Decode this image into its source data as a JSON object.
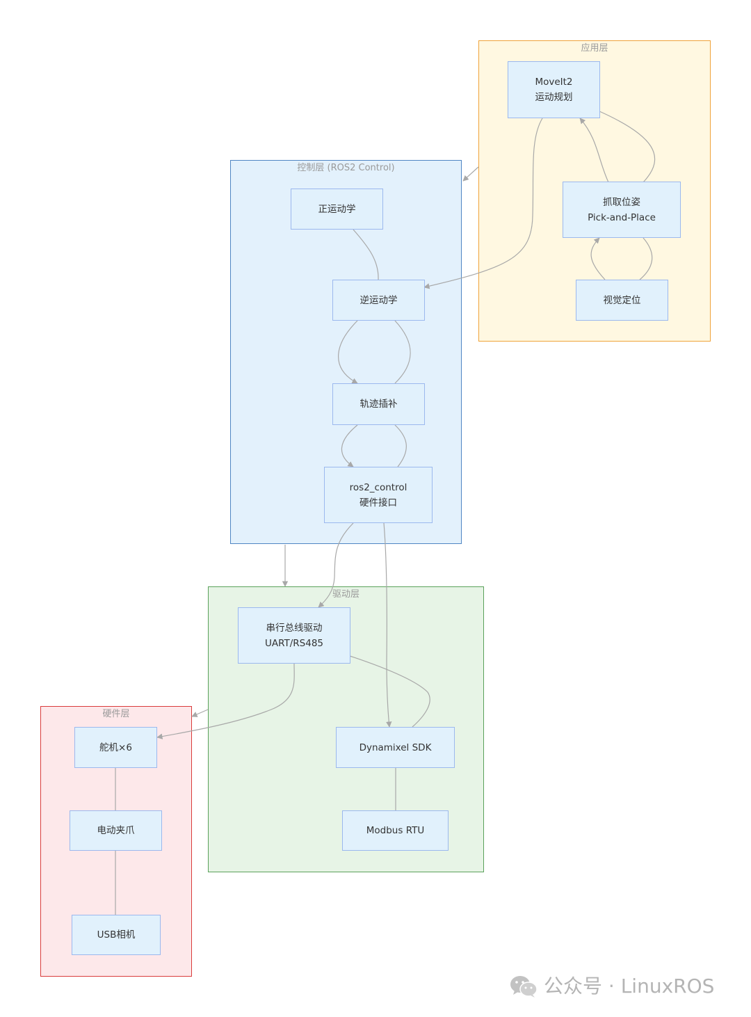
{
  "groups": {
    "app": {
      "title": "应用层",
      "fill": "#fff8e1",
      "stroke": "#f0a33a"
    },
    "control": {
      "title": "控制层 (ROS2 Control)",
      "fill": "#e3f1fc",
      "stroke": "#4f85c3"
    },
    "driver": {
      "title": "驱动层",
      "fill": "#e7f4e6",
      "stroke": "#5aa15a"
    },
    "hardware": {
      "title": "硬件层",
      "fill": "#fde8ea",
      "stroke": "#d93b3b"
    }
  },
  "nodes": {
    "moveit": {
      "line1": "MoveIt2",
      "line2": "运动规划"
    },
    "grasp": {
      "line1": "抓取位姿",
      "line2": "Pick-and-Place"
    },
    "vision": {
      "line1": "视觉定位"
    },
    "fk": {
      "line1": "正运动学"
    },
    "ik": {
      "line1": "逆运动学"
    },
    "traj": {
      "line1": "轨迹插补"
    },
    "ros2ctrl": {
      "line1": "ros2_control",
      "line2": "硬件接口"
    },
    "serial": {
      "line1": "串行总线驱动",
      "line2": "UART/RS485"
    },
    "dynamixel": {
      "line1": "Dynamixel SDK"
    },
    "modbus": {
      "line1": "Modbus RTU"
    },
    "servo": {
      "line1": "舵机×6"
    },
    "gripper": {
      "line1": "电动夹爪"
    },
    "camera": {
      "line1": "USB相机"
    }
  },
  "watermark": {
    "text": "公众号 · LinuxROS",
    "icon": "wechat-icon"
  },
  "colors": {
    "node_fill": "#e1f1fc",
    "node_stroke": "#9bb8ee",
    "edge": "#a8a8a8"
  }
}
